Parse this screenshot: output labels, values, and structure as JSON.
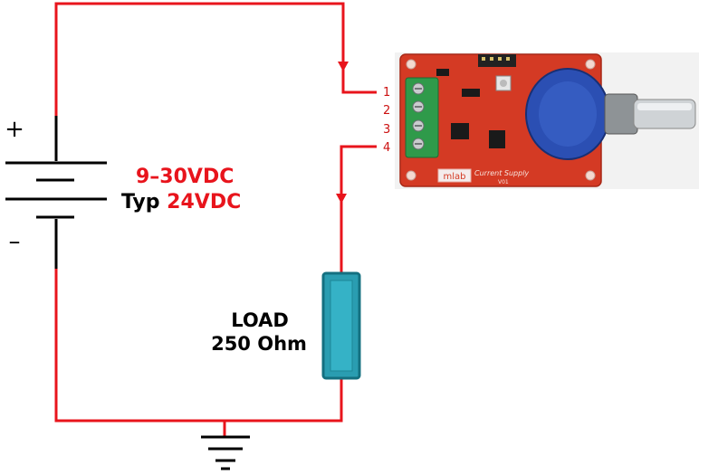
{
  "battery": {
    "plus": "+",
    "minus": "–",
    "voltage_range": "9–30VDC",
    "typ_prefix": "Typ",
    "typ_value": "24VDC"
  },
  "pins": [
    "1",
    "2",
    "3",
    "4"
  ],
  "board": {
    "brand": "mlab",
    "name": "Current Supply",
    "version": "V01"
  },
  "load": {
    "title": "LOAD",
    "resistance": "250 Ohm"
  },
  "colors": {
    "wire": "#e8141c",
    "label_red": "#e8141c",
    "pin_label": "#cc1111",
    "load_fill": "#2a9db1",
    "load_border": "#147080",
    "pcb": "#d43a24",
    "terminal_block": "#2f9a4a",
    "potentiometer": "#2b4fb3"
  }
}
